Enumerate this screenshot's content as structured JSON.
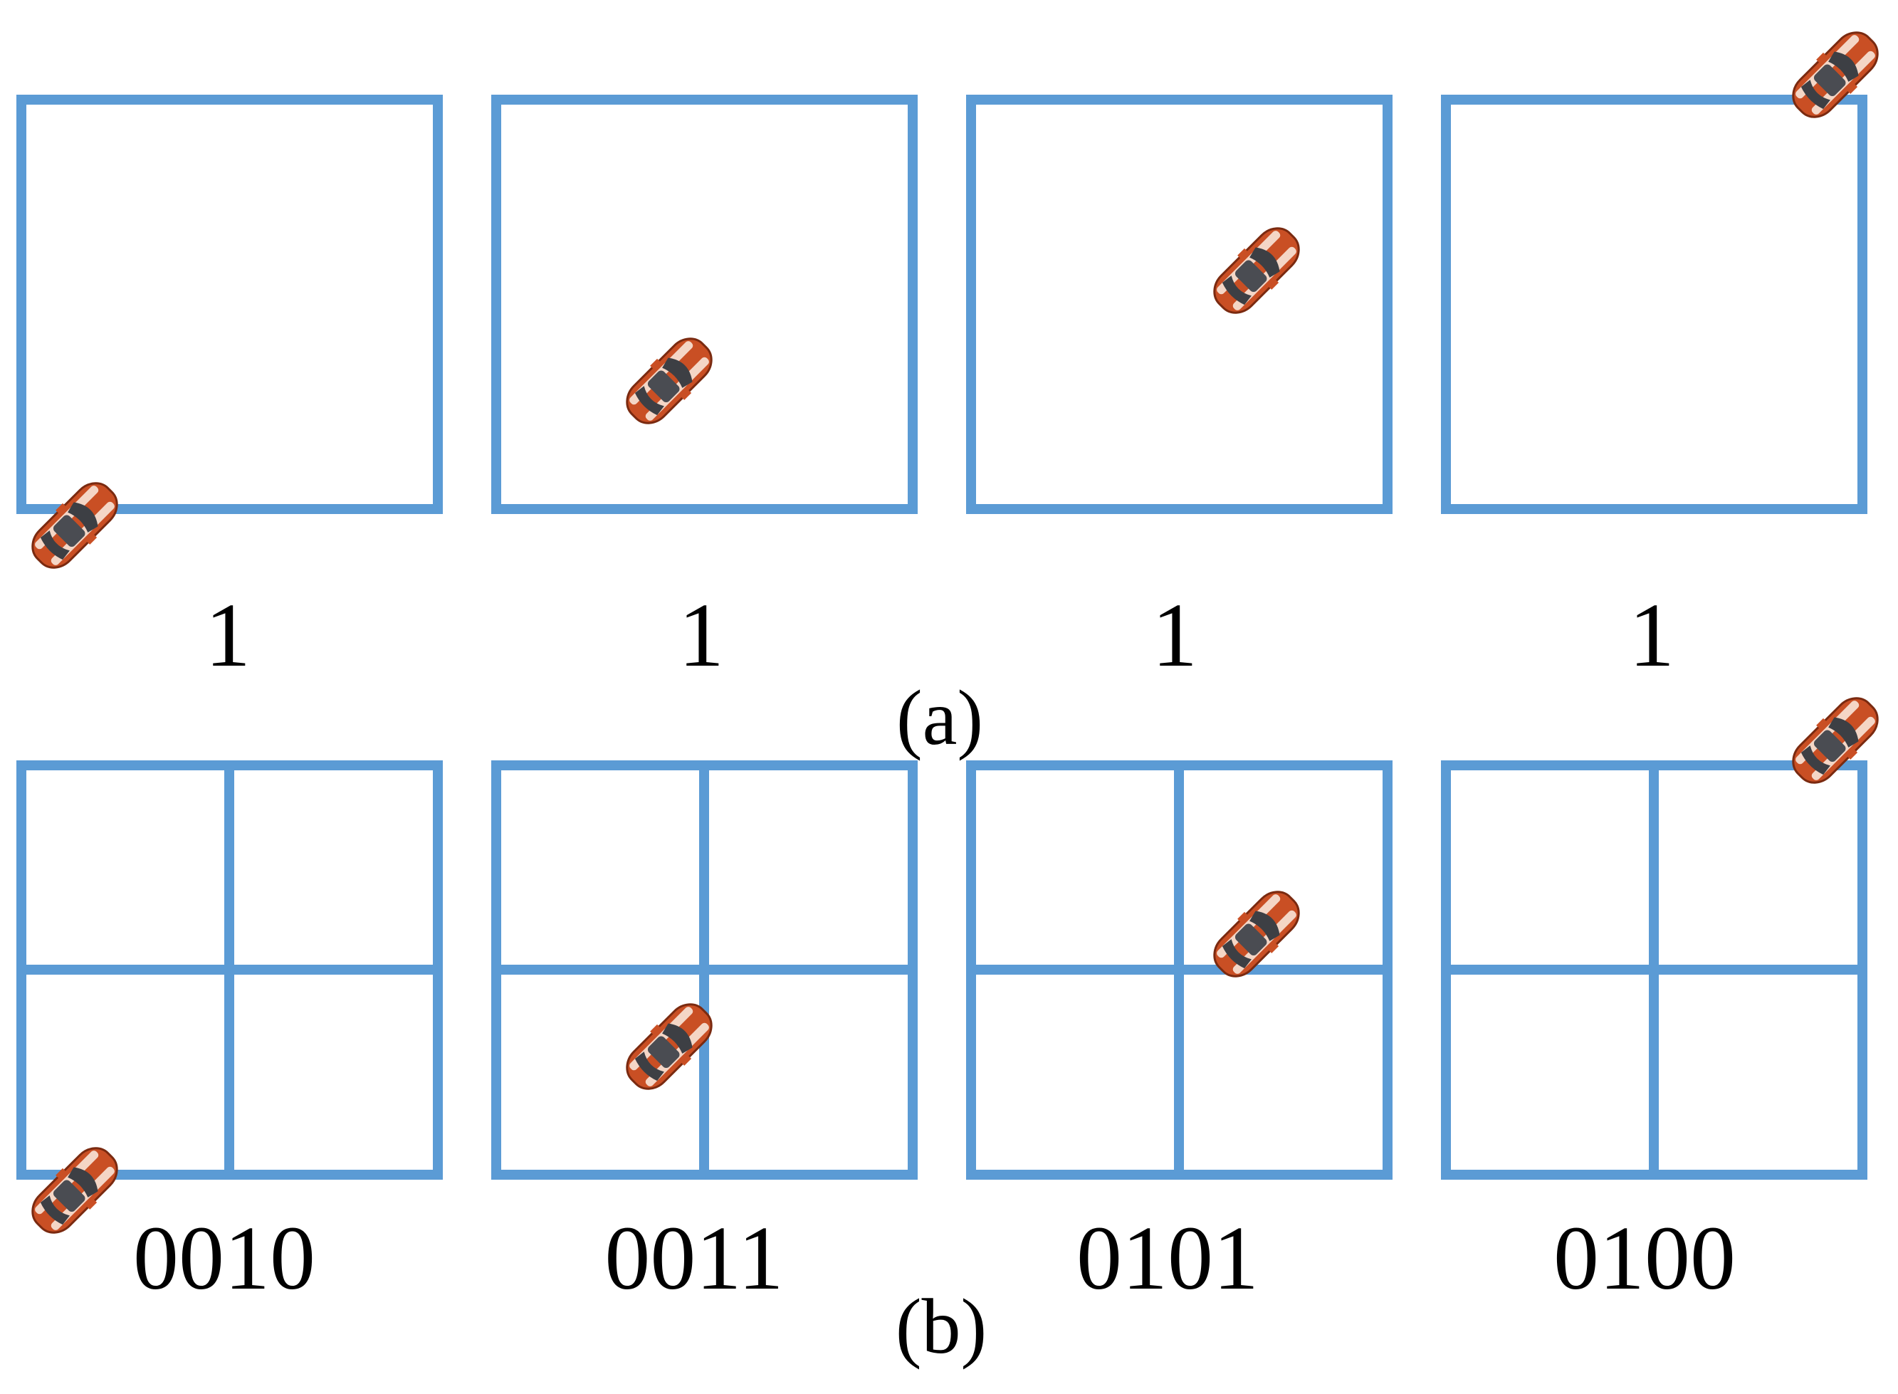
{
  "colors": {
    "frame": "#5b9bd5",
    "car_body": "#c94f24",
    "car_stripe": "#f4d6c6",
    "car_glass": "#3d3f44",
    "text": "#000000"
  },
  "panel_a": {
    "caption": "(a)",
    "frames": [
      {
        "label": "1",
        "car": "car-icon"
      },
      {
        "label": "1",
        "car": "car-icon"
      },
      {
        "label": "1",
        "car": "car-icon"
      },
      {
        "label": "1",
        "car": "car-icon"
      }
    ]
  },
  "panel_b": {
    "caption": "(b)",
    "frames": [
      {
        "label": "0010",
        "car": "car-icon"
      },
      {
        "label": "0011",
        "car": "car-icon"
      },
      {
        "label": "0101",
        "car": "car-icon"
      },
      {
        "label": "0100",
        "car": "car-icon"
      }
    ]
  }
}
